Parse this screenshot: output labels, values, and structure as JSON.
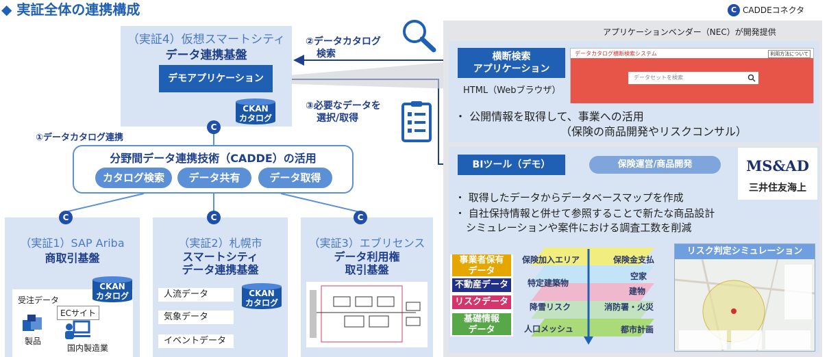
{
  "header": {
    "title": "◆ 実証全体の連携構成",
    "cadde_legend_icon": "C",
    "cadde_legend_label": "CADDEコネクタ",
    "vendor_note": "アプリケーションベンダー（NEC）が開発提供"
  },
  "smartcity4": {
    "title_line1": "（実証4）仮想スマートシティ",
    "title_line2": "データ連携基盤",
    "demo_app": "デモアプリケーション",
    "ckan_line1": "CKAN",
    "ckan_line2": "カタログ"
  },
  "steps": {
    "step2_line1": "②データカタログ",
    "step2_line2": "検索",
    "step3_line1": "③必要なデータを",
    "step3_line2": "選択/取得",
    "step1": "①データカタログ連携"
  },
  "cadde": {
    "title": "分野間データ連携技術（CADDE）の活用",
    "buttons": [
      "カタログ検索",
      "データ共有",
      "データ取得"
    ]
  },
  "badge_label": "C",
  "search_panel": {
    "app_line1": "横断検索",
    "app_line2": "アプリケーション",
    "html_note": "HTML（Webブラウザ）",
    "screenshot_title": "データカタログ横断検索システム",
    "screenshot_link": "利用方法について",
    "screenshot_placeholder": "データセットを検索",
    "bullet": "・ 公開情報を取得して、事業への活用",
    "bullet_sub": "（保険の商品開発やリスクコンサル）"
  },
  "bi_panel": {
    "bi_tool": "BIツール（デモ）",
    "tag": "保険運営/商品開発",
    "logo_text": "MS&AD",
    "company": "三井住友海上",
    "bullet1": "・ 取得したデータからデータベースマップを作成",
    "bullet2": "・ 自社保持情報と併せて参照することで新たな商品設計",
    "bullet2_cont": "シミュレーションや案件における調査工数を削減",
    "data_tags": [
      {
        "line1": "事業者保有",
        "line2": "データ",
        "color": "#e6a600"
      },
      {
        "line1": "不動産データ",
        "line2": "",
        "color": "#1f2f8a"
      },
      {
        "line1": "リスクデータ",
        "line2": "",
        "color": "#d4356a"
      },
      {
        "line1": "基礎情報",
        "line2": "データ",
        "color": "#58a84a"
      }
    ],
    "layer_labels_left": [
      "保険加入エリア",
      "特定建築物",
      "降雪リスク",
      "人口メッシュ"
    ],
    "layer_labels_right": [
      "保険金支払",
      "空家",
      "建物",
      "消防署・火災",
      "都市計画"
    ],
    "risk_title": "リスク判定シミュレーション"
  },
  "demo1": {
    "title_line1": "（実証1）SAP Ariba",
    "title_line2": "商取引基盤",
    "order_data": "受注データ",
    "ec_site": "ECサイト",
    "product": "製品",
    "manufacturer": "国内製造業",
    "ckan_line1": "CKAN",
    "ckan_line2": "カタログ"
  },
  "demo2": {
    "title_line1": "（実証2）札幌市",
    "title_line2": "スマートシティ",
    "title_line3": "データ連携基盤",
    "items": [
      "人流データ",
      "気象データ",
      "イベントデータ"
    ],
    "ckan_line1": "CKAN",
    "ckan_line2": "カタログ"
  },
  "demo3": {
    "title_line1": "（実証3）エブリセンス",
    "title_line2": "データ利用権",
    "title_line3": "取引基盤"
  },
  "icons": {
    "search": "magnifier-icon",
    "checklist": "checklist-icon",
    "product": "boxes-icon",
    "manufacturer": "pc-user-icon"
  }
}
